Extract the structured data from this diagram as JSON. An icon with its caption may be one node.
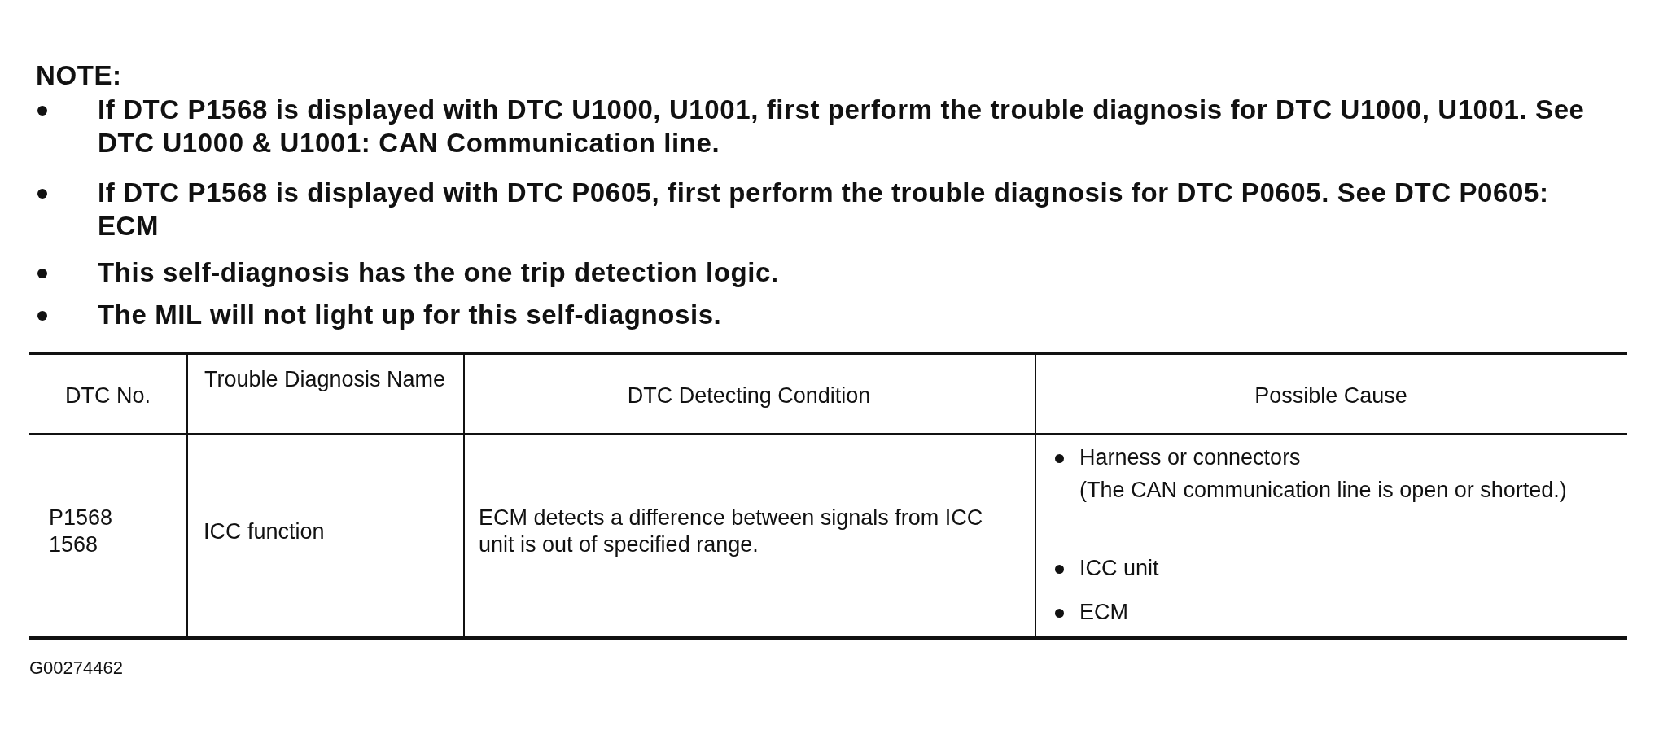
{
  "diagram": {
    "title": "NOTE:",
    "labels": [
      "If DTC P1568 is displayed with DTC U1000, U1001, first perform the trouble diagnosis for DTC U1000, U1001.  See DTC U1000 & U1001: CAN Communication line.",
      "If DTC P1568 is displayed with DTC P0605,  first perform the trouble diagnosis for DTC P0605.  See DTC P0605: ECM",
      "This self-diagnosis has the one trip detection logic.",
      "The MIL will not light up for this self-diagnosis.",
      "DTC No.",
      "Trouble Diagnosis Name",
      "DTC Detecting Condition",
      "Possible Cause",
      "P1568",
      "1568",
      "ICC function",
      "ECM detects a difference between signals from ICC unit is out of specified range.",
      "Harness or connectors",
      "(The CAN communication line is open or shorted.)",
      "ICC unit",
      "ECM",
      "G00274462"
    ]
  }
}
